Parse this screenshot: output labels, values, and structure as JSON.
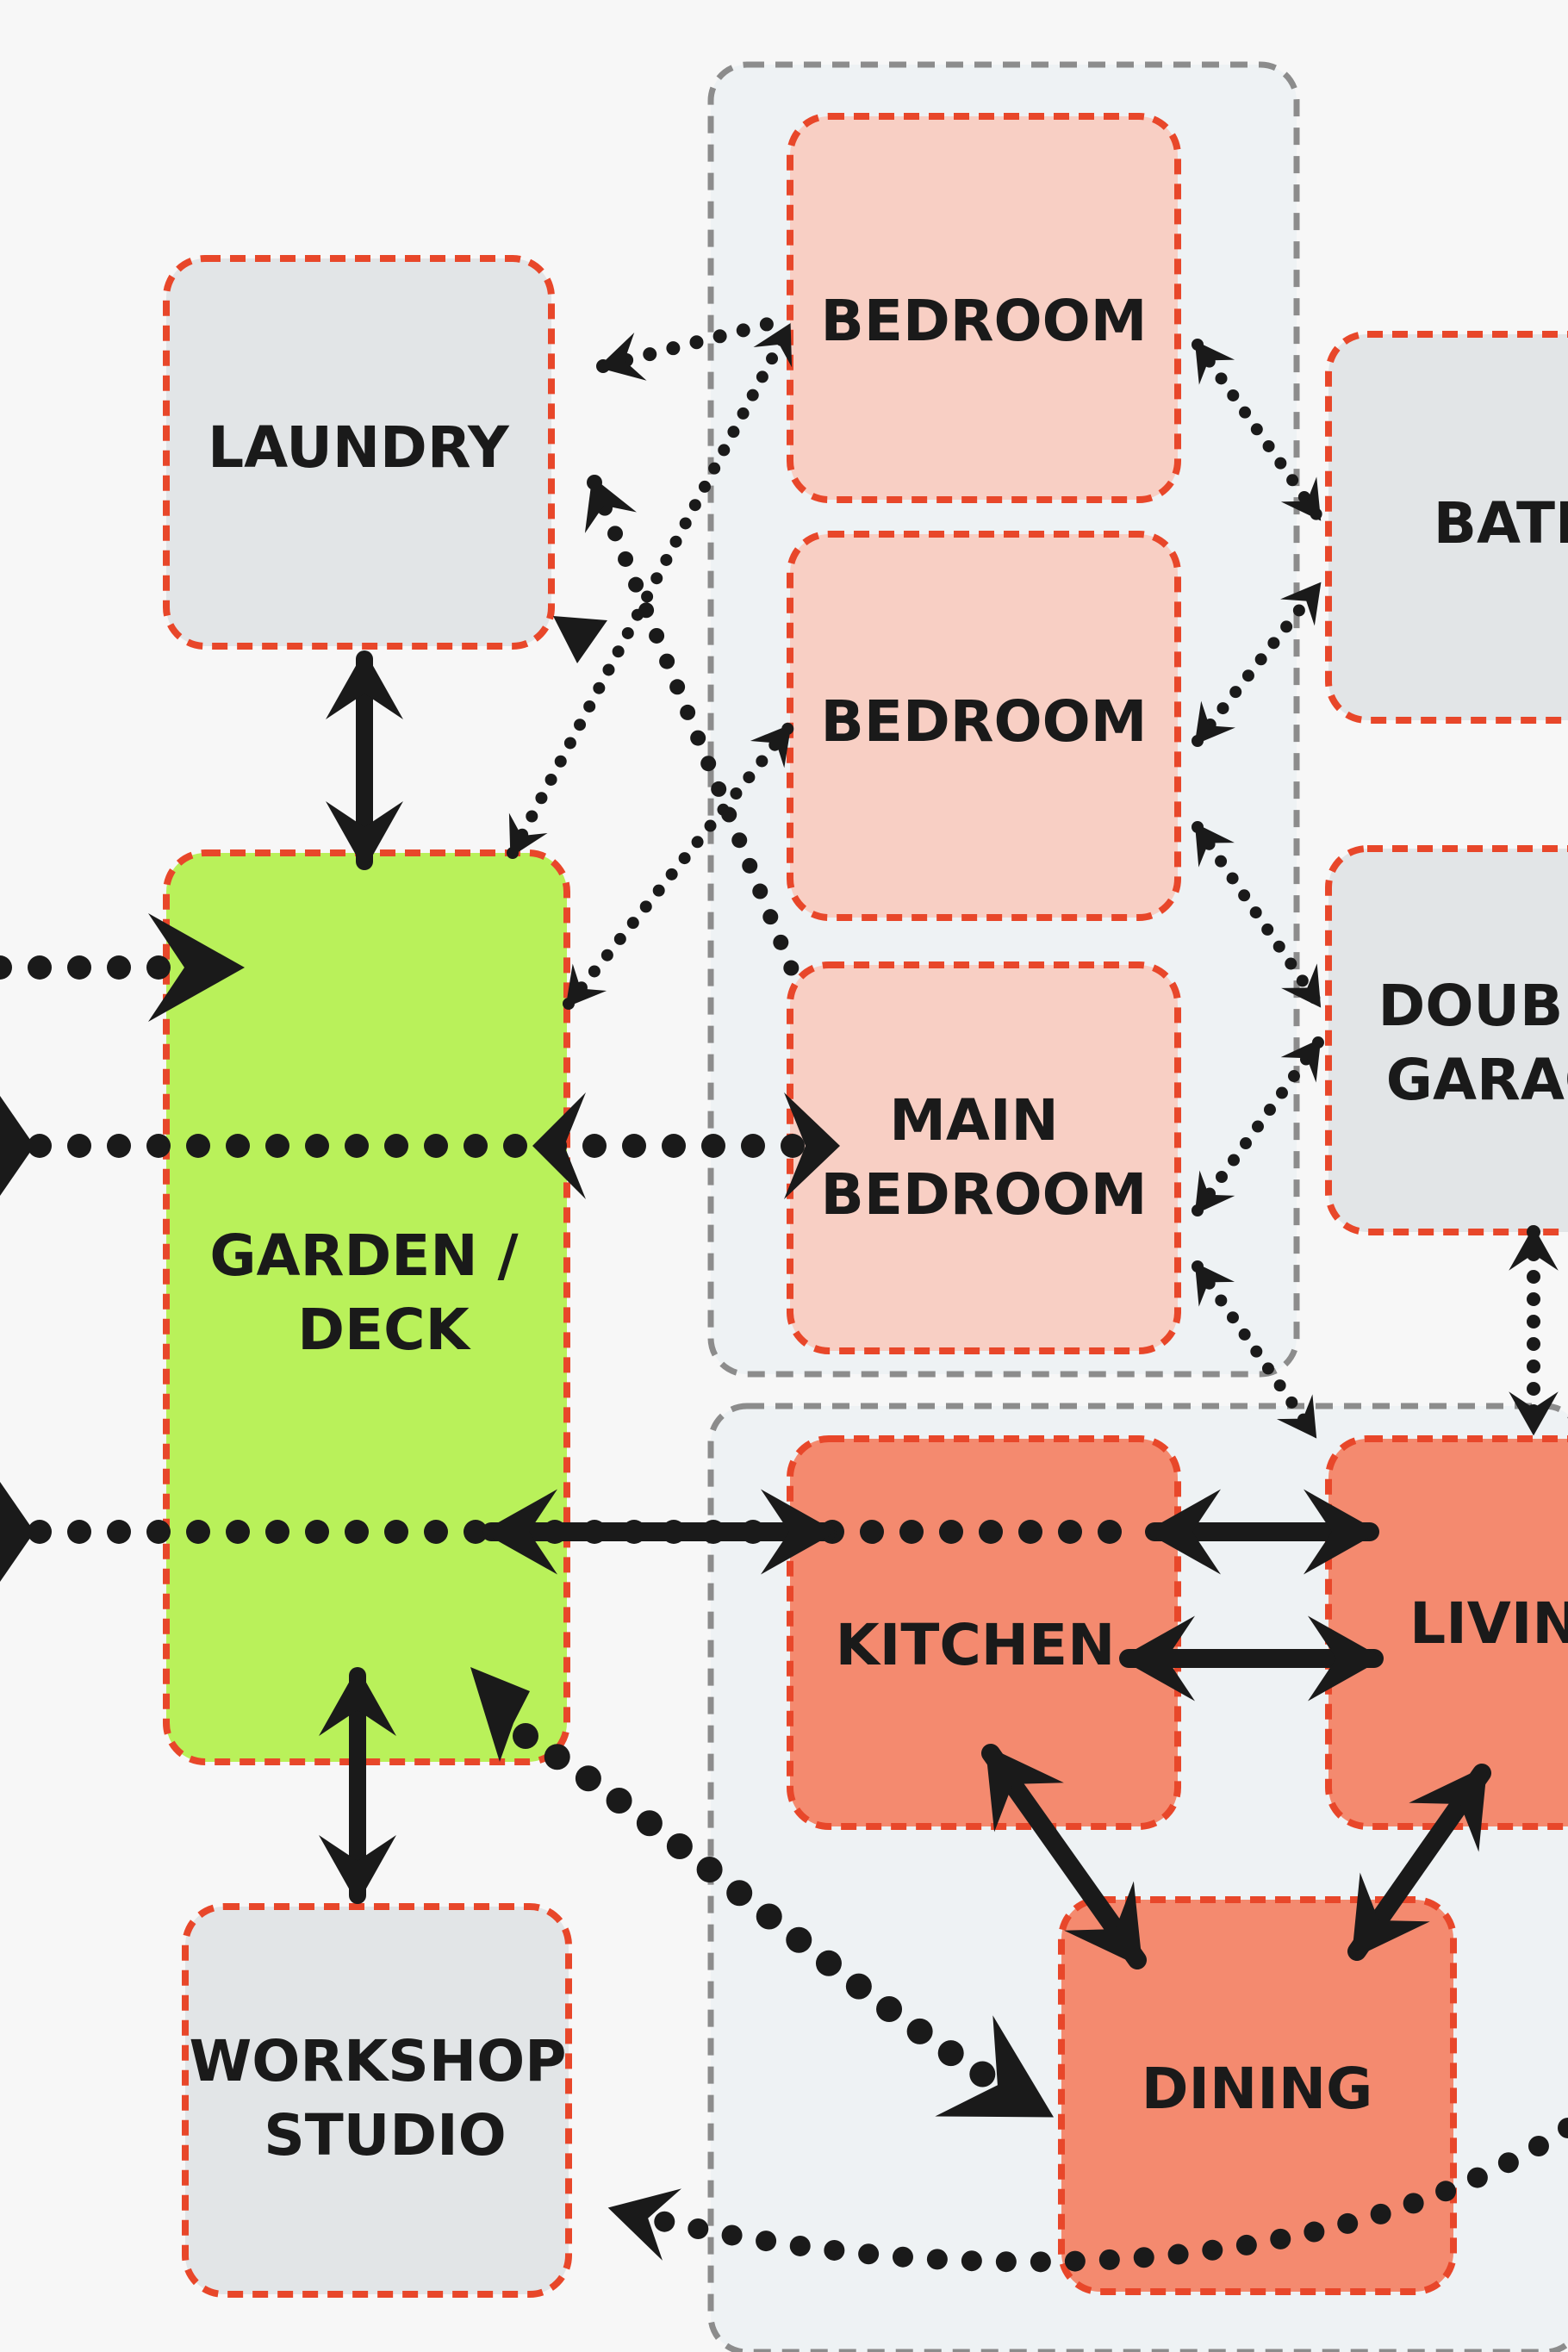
{
  "diagram": {
    "rooms": {
      "laundry": {
        "label": [
          "LAUNDRY"
        ]
      },
      "bedroom1": {
        "label": [
          "BEDROOM"
        ]
      },
      "bedroom2": {
        "label": [
          "BEDROOM"
        ]
      },
      "main_bedroom": {
        "label": [
          "MAIN",
          "BEDROOM"
        ]
      },
      "bath": {
        "label": [
          "BATH"
        ]
      },
      "double_garage": {
        "label": [
          "DOUBLE",
          "GARAGE"
        ]
      },
      "garden_deck": {
        "label": [
          "GARDEN /",
          "DECK"
        ]
      },
      "kitchen": {
        "label": [
          "KITCHEN"
        ]
      },
      "living": {
        "label": [
          "LIVING"
        ]
      },
      "dining": {
        "label": [
          "DINING"
        ]
      },
      "workshop_studio": {
        "label": [
          "WORKSHOP",
          "STUDIO"
        ]
      }
    },
    "colors": {
      "background": "#f7f7f7",
      "zone_fill": "#eef2f4",
      "zone_border": "#8c8c8c",
      "room_border": "#e8472a",
      "gray_room_fill": "#e2e5e7",
      "bedroom_fill": "#f8cfc4",
      "social_fill": "#f48a6f",
      "garden_fill": "#b9f15a",
      "arrow": "#1a1a1a"
    }
  }
}
